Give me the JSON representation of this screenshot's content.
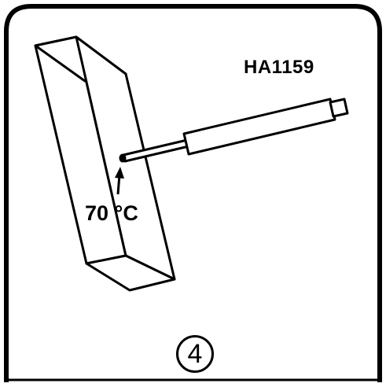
{
  "figure": {
    "part_number": "HA1159",
    "temperature": "70 °C",
    "step_number": "4",
    "colors": {
      "ink": "#000000",
      "paper": "#ffffff"
    },
    "icons": [
      "up-arrow-icon"
    ]
  }
}
